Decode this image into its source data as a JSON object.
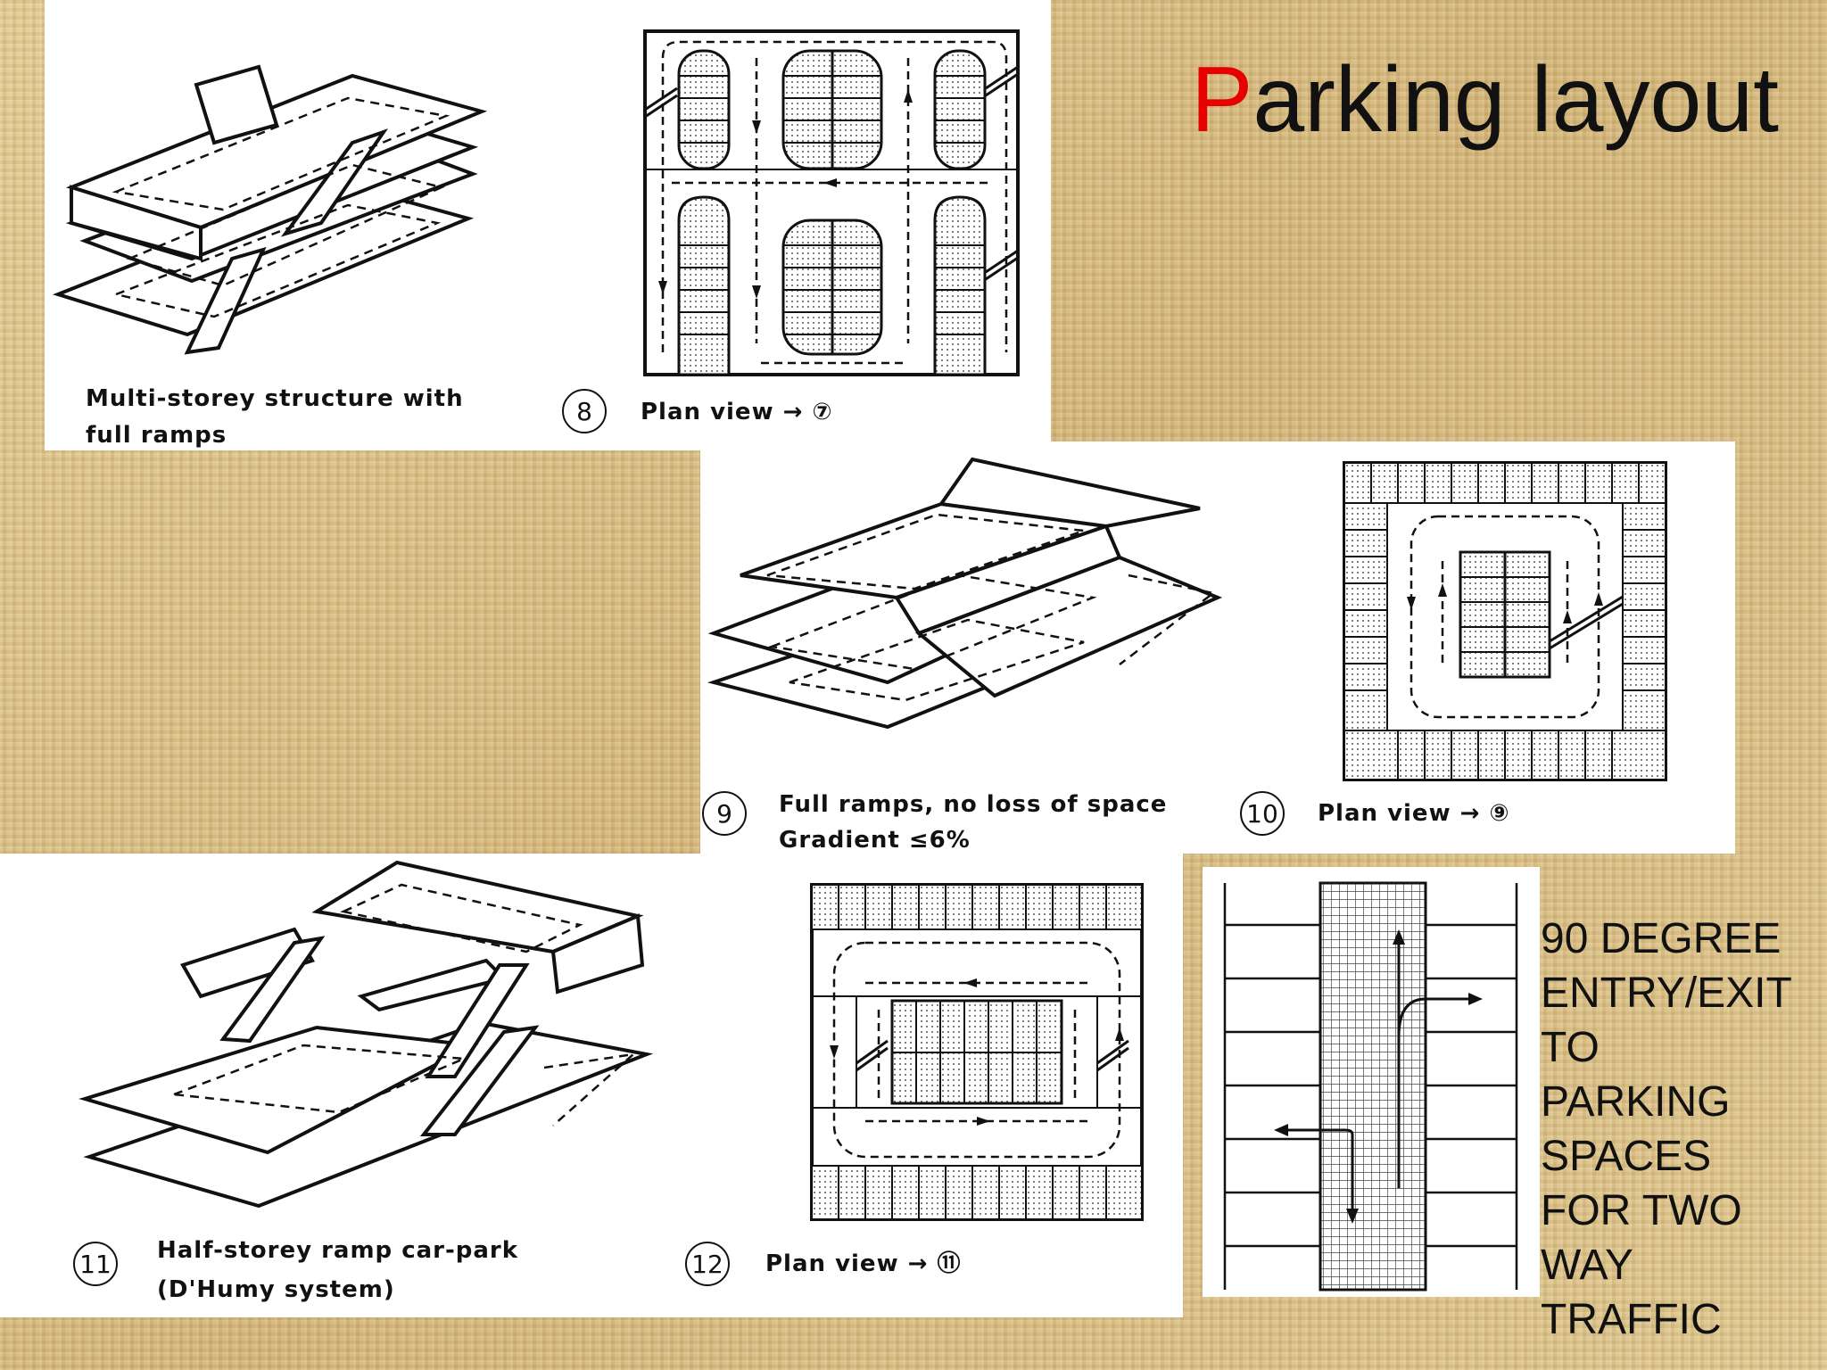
{
  "slide": {
    "title_first_letter": "P",
    "title_rest": "arking layout",
    "title_accent_color": "#e60000",
    "side_text_lines": [
      "90 DEGREE",
      "ENTRY/EXIT",
      "TO",
      "PARKING",
      "SPACES",
      "FOR TWO",
      "WAY",
      "TRAFFIC"
    ]
  },
  "figures": {
    "fig7": {
      "caption_line1": "Multi-storey structure with",
      "caption_line2": "full ramps"
    },
    "fig8": {
      "number": "8",
      "caption": "Plan view → ⑦"
    },
    "fig9": {
      "number": "9",
      "caption_line1": "Full ramps, no loss of space",
      "caption_line2": "Gradient ≤6%"
    },
    "fig10": {
      "number": "10",
      "caption": "Plan view → ⑨"
    },
    "fig11": {
      "number": "11",
      "caption_line1": "Half-storey ramp car-park",
      "caption_line2": "(D'Humy system)"
    },
    "fig12": {
      "number": "12",
      "caption": "Plan view → ⑪"
    }
  }
}
